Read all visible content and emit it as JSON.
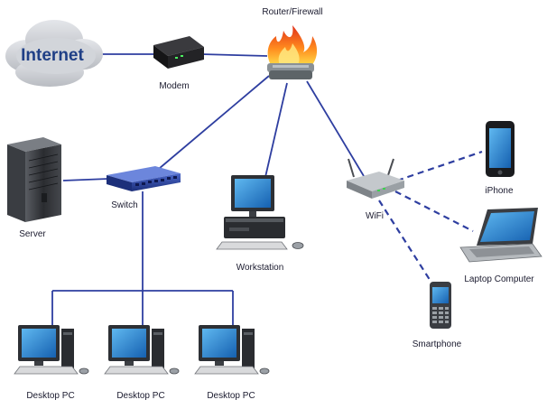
{
  "nodes": {
    "internet": "Internet",
    "modem": "Modem",
    "router": "Router/Firewall",
    "switch": "Switch",
    "server": "Server",
    "workstation": "Workstation",
    "wifi": "WiFi",
    "iphone": "iPhone",
    "laptop": "Laptop Computer",
    "smartphone": "Smartphone",
    "desktops": [
      "Desktop PC",
      "Desktop PC",
      "Desktop PC"
    ]
  },
  "colors": {
    "wire": "#2e3ea0",
    "cloud": "#c9ccd1",
    "cloud_text": "#1f3f86",
    "screen": "#1e7fd0"
  },
  "icons": {
    "internet": "cloud-icon",
    "modem": "modem-icon",
    "router": "firewall-icon",
    "switch": "switch-icon",
    "server": "server-tower-icon",
    "workstation": "computer-icon",
    "wifi": "wireless-access-point-icon",
    "iphone": "phone-icon",
    "laptop": "laptop-icon",
    "smartphone": "smartphone-icon",
    "desktop": "computer-icon"
  }
}
